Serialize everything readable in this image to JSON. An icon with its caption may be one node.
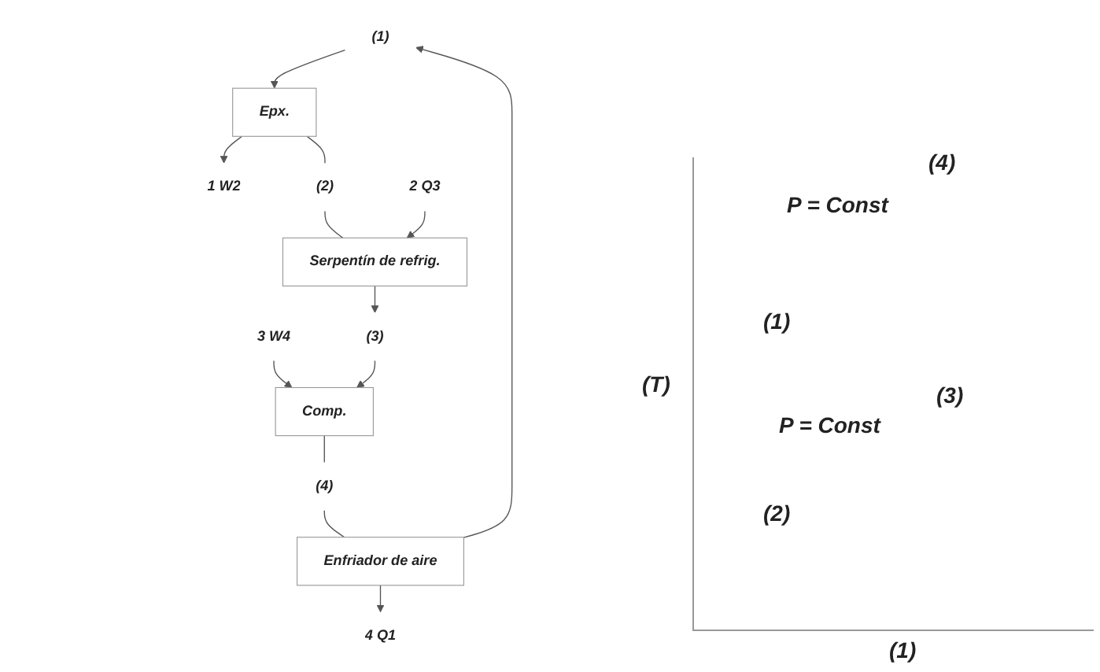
{
  "diagram": {
    "nodes": [
      {
        "text": [
          "4 Q1"
        ]
      },
      {
        "text": [
          "(1)"
        ]
      },
      {
        "text": [
          "Enfriador de aire"
        ]
      },
      {
        "text": [
          "(4)"
        ]
      },
      {
        "text": [
          "Epx."
        ]
      },
      {
        "text": [
          "1 W2"
        ]
      },
      {
        "text": [
          "3 W4"
        ]
      },
      {
        "text": [
          "Comp."
        ]
      },
      {
        "text": [
          "(2)"
        ]
      },
      {
        "text": [
          "Serpentín de refrig."
        ]
      },
      {
        "text": [
          "(3)"
        ]
      },
      {
        "text": [
          "2 Q3"
        ]
      }
    ],
    "edges": [
      {
        "from": 2,
        "to": 0,
        "arrow": "to"
      },
      {
        "from": 2,
        "to": 1,
        "arrow": "to"
      },
      {
        "from": 1,
        "to": 4,
        "arrow": "to"
      },
      {
        "from": 7,
        "to": 3,
        "arrow": "none"
      },
      {
        "from": 3,
        "to": 2,
        "arrow": "none"
      },
      {
        "from": 4,
        "to": 5,
        "arrow": "to"
      },
      {
        "from": 6,
        "to": 7,
        "arrow": "to"
      },
      {
        "from": 4,
        "to": 8,
        "arrow": "none"
      },
      {
        "from": 8,
        "to": 9,
        "arrow": "none"
      },
      {
        "from": 9,
        "to": 10,
        "arrow": "to"
      },
      {
        "from": 10,
        "to": 7,
        "arrow": "to"
      },
      {
        "from": 11,
        "to": 9,
        "arrow": "to"
      }
    ],
    "labels": [
      "(4)",
      "P = Const",
      "(1)",
      "(T)",
      "(3)",
      "P = Const",
      "(2)",
      "(1)"
    ]
  }
}
